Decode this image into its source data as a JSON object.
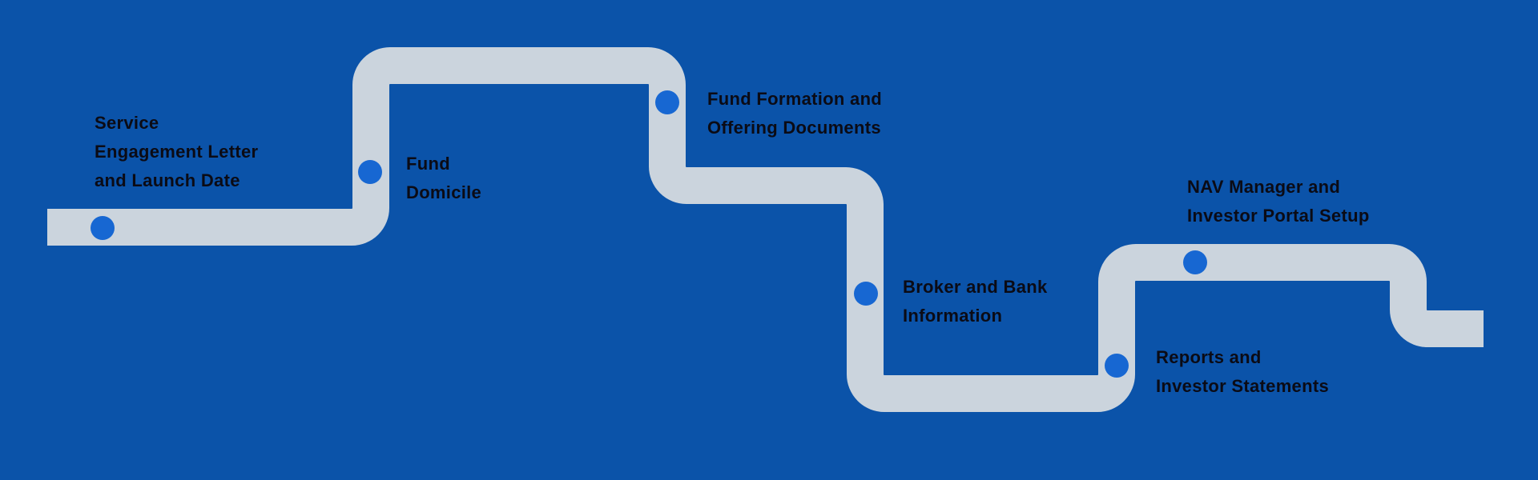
{
  "colors": {
    "background": "#0b53a9",
    "path": "#cbd4dd",
    "dot": "#1767d2",
    "text": "#0b0b15"
  },
  "steps": [
    {
      "lines": [
        "Service",
        "Engagement Letter",
        "and Launch Date"
      ]
    },
    {
      "lines": [
        "Fund",
        "Domicile"
      ]
    },
    {
      "lines": [
        "Fund Formation and",
        "Offering Documents"
      ]
    },
    {
      "lines": [
        "Broker and Bank",
        "Information"
      ]
    },
    {
      "lines": [
        "NAV Manager and",
        "Investor Portal Setup"
      ]
    },
    {
      "lines": [
        "Reports and",
        "Investor Statements"
      ]
    }
  ]
}
